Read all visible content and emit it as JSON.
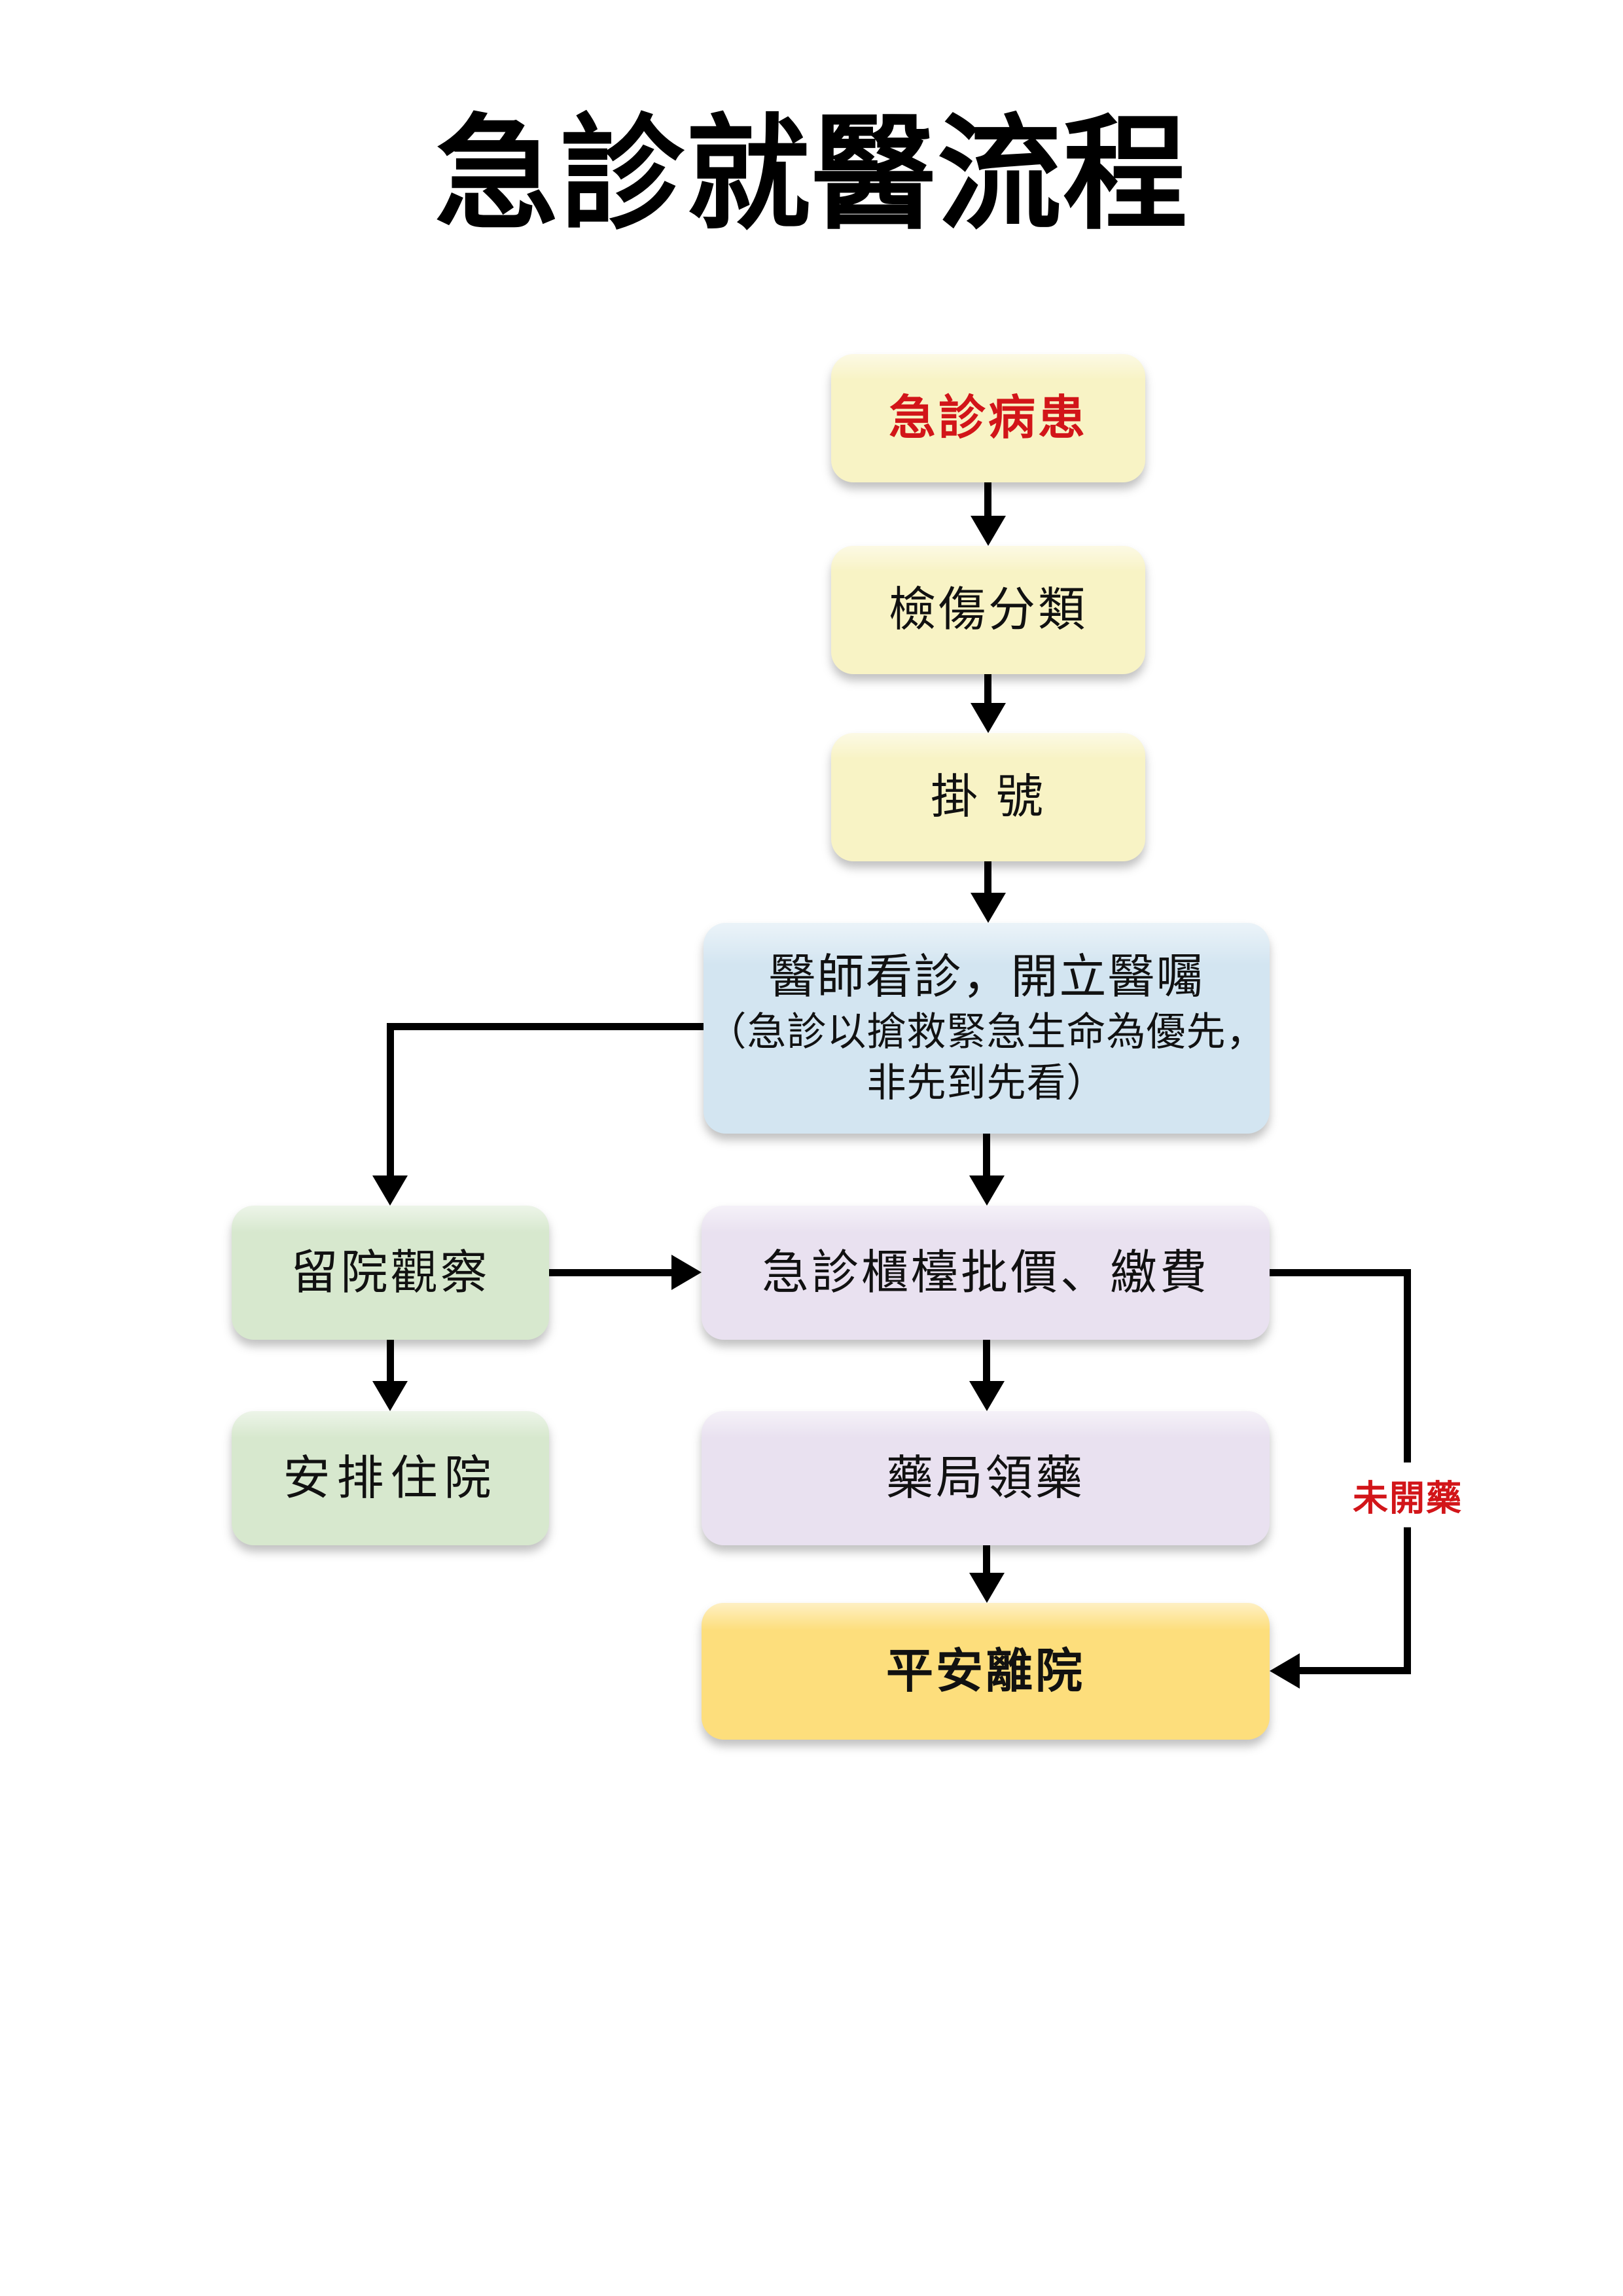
{
  "page": {
    "title": "急診就醫流程",
    "background": "#ffffff"
  },
  "colors": {
    "box_yellow": "#f8f3c5",
    "box_blue": "#d3e5f1",
    "box_green": "#d7e8ce",
    "box_purple": "#e9e1f0",
    "box_gold": "#fdde7c",
    "accent_red": "#d21519",
    "line_black": "#000000"
  },
  "nodes": [
    {
      "id": "patient",
      "label": "急診病患",
      "color": "yellow",
      "text_color": "#d21519",
      "bold": true
    },
    {
      "id": "triage",
      "label": "檢傷分類",
      "color": "yellow",
      "text_color": "#111111"
    },
    {
      "id": "register",
      "label": "掛 號",
      "color": "yellow",
      "text_color": "#111111"
    },
    {
      "id": "doctor",
      "label": "醫師看診，開立醫囑",
      "sub1": "（急診以搶救緊急生命為優先，",
      "sub2": "非先到先看）",
      "color": "blue",
      "text_color": "#111111"
    },
    {
      "id": "observe",
      "label": "留院觀察",
      "color": "green",
      "text_color": "#111111"
    },
    {
      "id": "admit",
      "label": "安排住院",
      "color": "green",
      "text_color": "#111111"
    },
    {
      "id": "cashier",
      "label": "急診櫃檯批價、繳費",
      "color": "purple",
      "text_color": "#111111"
    },
    {
      "id": "pharmacy",
      "label": "藥局領藥",
      "color": "purple",
      "text_color": "#111111"
    },
    {
      "id": "discharge",
      "label": "平安離院",
      "color": "gold",
      "text_color": "#111111",
      "bold": true
    }
  ],
  "edges": [
    {
      "from": "patient",
      "to": "triage"
    },
    {
      "from": "triage",
      "to": "register"
    },
    {
      "from": "register",
      "to": "doctor"
    },
    {
      "from": "doctor",
      "to": "observe"
    },
    {
      "from": "doctor",
      "to": "cashier"
    },
    {
      "from": "observe",
      "to": "admit"
    },
    {
      "from": "observe",
      "to": "cashier"
    },
    {
      "from": "cashier",
      "to": "pharmacy"
    },
    {
      "from": "pharmacy",
      "to": "discharge"
    },
    {
      "from": "cashier",
      "to": "discharge",
      "label": "未開藥",
      "label_color": "#d21519"
    }
  ]
}
